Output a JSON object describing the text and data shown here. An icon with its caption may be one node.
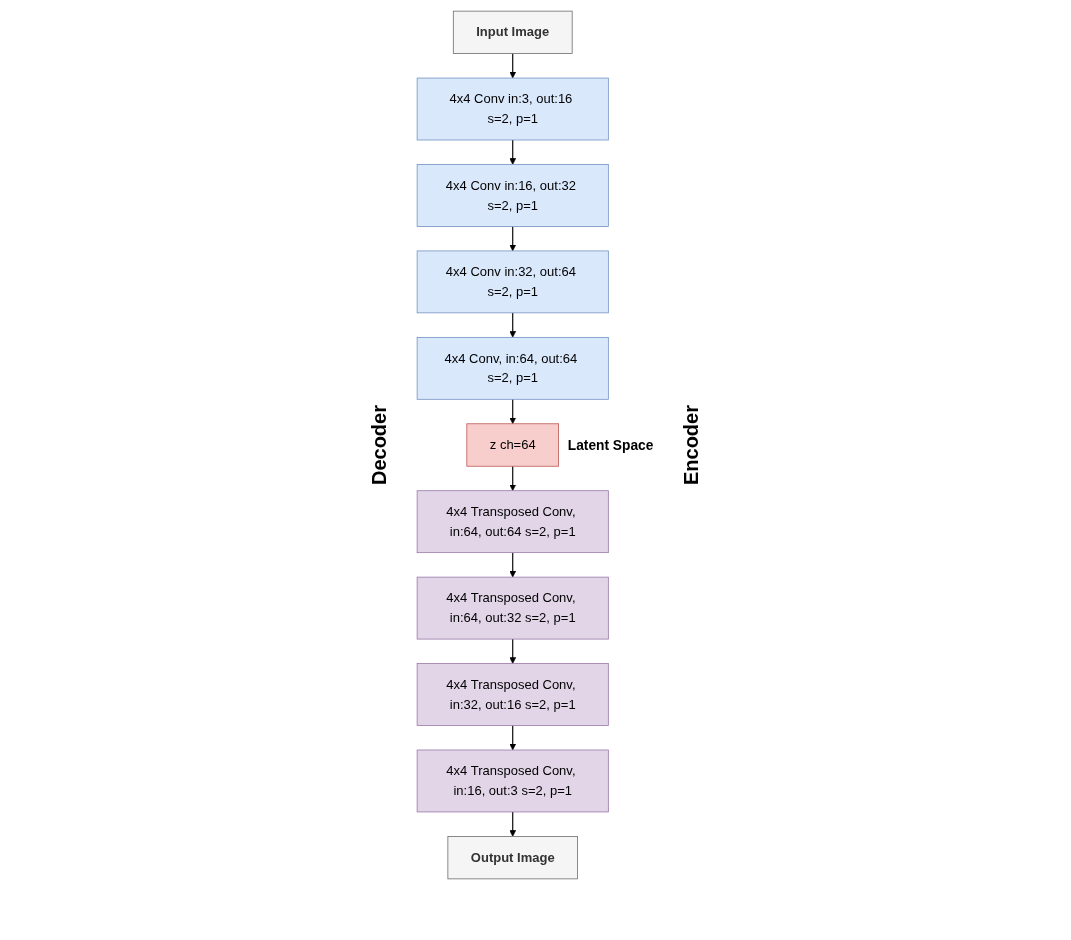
{
  "diagram": {
    "nodes": [
      {
        "text": [
          "Output Image"
        ]
      },
      {
        "text": [
          "Input Image"
        ]
      },
      {
        "text": [
          "4x4 Transposed Conv, in:16, out:3 s=2, p=1"
        ]
      },
      {
        "text": [
          "4x4 Conv in:3, out:16 s=2, p=1"
        ]
      },
      {
        "text": [
          "4x4 Transposed Conv, in:32, out:16 s=2, p=1"
        ]
      },
      {
        "text": [
          "4x4 Conv in:16, out:32 s=2, p=1"
        ]
      },
      {
        "text": [
          "4x4 Transposed Conv, in:64, out:32 s=2, p=1"
        ]
      },
      {
        "text": [
          "4x4 Conv in:32, out:64 s=2, p=1"
        ]
      },
      {
        "text": [
          "4x4 Transposed Conv, in:64, out:64 s=2, p=1"
        ]
      },
      {
        "text": [
          "4x4 Conv, in:64, out:64 s=2, p=1"
        ]
      },
      {
        "text": [
          "z ch=64"
        ],
        "beside": [
          "Latent Space"
        ]
      }
    ],
    "edges": [
      {
        "from": 1,
        "to": 3,
        "arrow": "to"
      },
      {
        "from": 3,
        "to": 5,
        "arrow": "to"
      },
      {
        "from": 5,
        "to": 7,
        "arrow": "to"
      },
      {
        "from": 7,
        "to": 9,
        "arrow": "to"
      },
      {
        "from": 9,
        "to": 10,
        "arrow": "to"
      },
      {
        "from": 10,
        "to": 8,
        "arrow": "to"
      },
      {
        "from": 8,
        "to": 6,
        "arrow": "to"
      },
      {
        "from": 6,
        "to": 4,
        "arrow": "to"
      },
      {
        "from": 4,
        "to": 2,
        "arrow": "to"
      },
      {
        "from": 2,
        "to": 0,
        "arrow": "to"
      }
    ],
    "labels": [
      "Decoder",
      "Encoder"
    ]
  }
}
